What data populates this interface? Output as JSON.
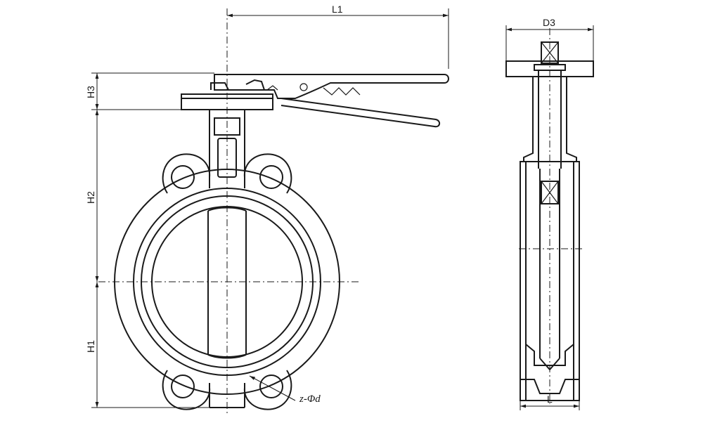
{
  "labels": {
    "L1": "L1",
    "D3": "D3",
    "H3": "H3",
    "H2": "H2",
    "H1": "H1",
    "L": "L",
    "holes": "z-Φd"
  },
  "colors": {
    "stroke": "#1a1a1a",
    "background": "#ffffff"
  }
}
